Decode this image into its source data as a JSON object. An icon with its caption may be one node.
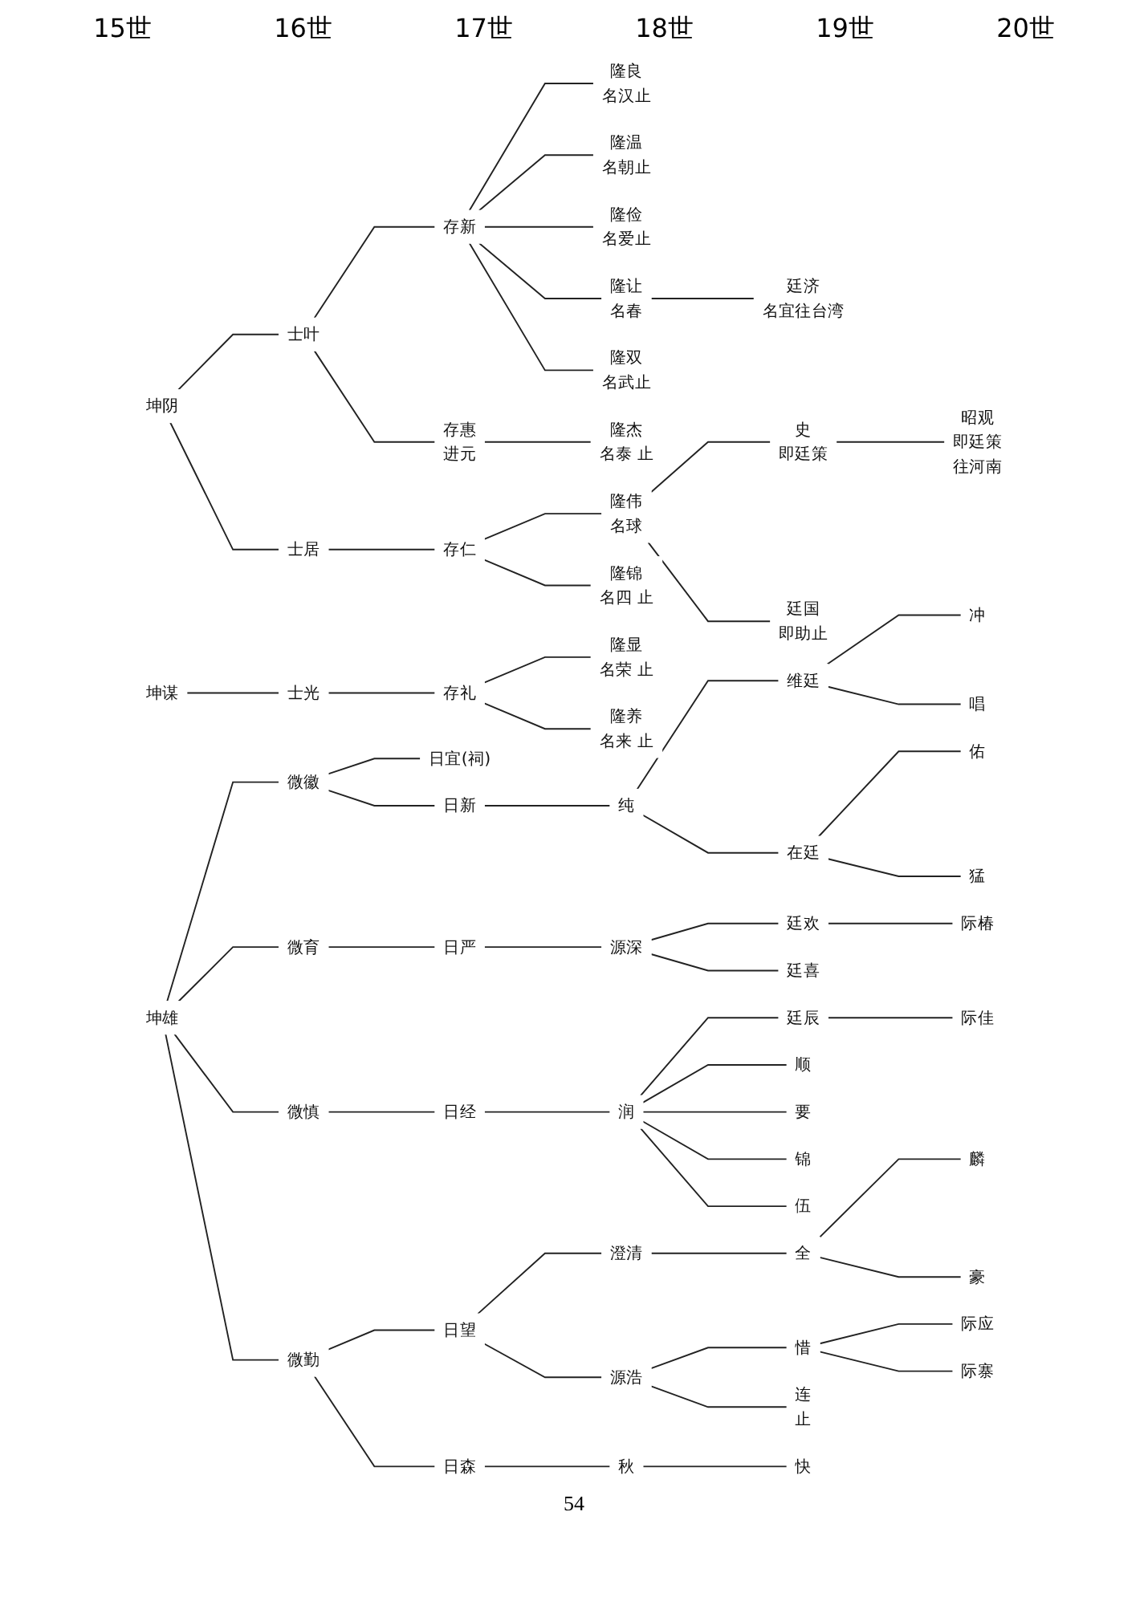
{
  "diagram": {
    "nodes": [
      {
        "text": [
          "坤阴"
        ]
      },
      {
        "text": [
          "士叶"
        ]
      },
      {
        "text": [
          "存新"
        ]
      },
      {
        "text": [
          "隆良",
          "名汉止"
        ]
      },
      {
        "text": [
          "隆温",
          "名朝止"
        ]
      },
      {
        "text": [
          "隆俭",
          "名爱止"
        ]
      },
      {
        "text": [
          "隆让",
          "名春"
        ]
      },
      {
        "text": [
          "廷济",
          "名宜往台湾"
        ]
      },
      {
        "text": [
          "隆双",
          "名武止"
        ]
      },
      {
        "text": [
          "存惠",
          "进元"
        ]
      },
      {
        "text": [
          "隆杰",
          "名泰 止"
        ]
      },
      {
        "text": [
          "士居"
        ]
      },
      {
        "text": [
          "存仁"
        ]
      },
      {
        "text": [
          "隆伟",
          "名球"
        ]
      },
      {
        "text": [
          "史",
          "即廷策"
        ]
      },
      {
        "text": [
          "昭观",
          "即廷策",
          "往河南"
        ]
      },
      {
        "text": [
          "廷国",
          "即助止"
        ]
      },
      {
        "text": [
          "隆锦",
          "名四 止"
        ]
      },
      {
        "text": [
          "坤谋"
        ]
      },
      {
        "text": [
          "士光"
        ]
      },
      {
        "text": [
          "存礼"
        ]
      },
      {
        "text": [
          "隆显",
          "名荣 止"
        ]
      },
      {
        "text": [
          "隆养",
          "名来 止"
        ]
      },
      {
        "text": [
          "坤雄"
        ]
      },
      {
        "text": [
          "微徽"
        ]
      },
      {
        "text": [
          "日宜(祠)"
        ]
      },
      {
        "text": [
          "日新"
        ]
      },
      {
        "text": [
          "纯"
        ]
      },
      {
        "text": [
          "维廷"
        ]
      },
      {
        "text": [
          "冲"
        ]
      },
      {
        "text": [
          "唱"
        ]
      },
      {
        "text": [
          "在廷"
        ]
      },
      {
        "text": [
          "佑"
        ]
      },
      {
        "text": [
          "猛"
        ]
      },
      {
        "text": [
          "微育"
        ]
      },
      {
        "text": [
          "日严"
        ]
      },
      {
        "text": [
          "源深"
        ]
      },
      {
        "text": [
          "廷欢"
        ]
      },
      {
        "text": [
          "际椿"
        ]
      },
      {
        "text": [
          "廷喜"
        ]
      },
      {
        "text": [
          "微慎"
        ]
      },
      {
        "text": [
          "日经"
        ]
      },
      {
        "text": [
          "润"
        ]
      },
      {
        "text": [
          "廷辰"
        ]
      },
      {
        "text": [
          "际佳"
        ]
      },
      {
        "text": [
          "顺"
        ]
      },
      {
        "text": [
          "要"
        ]
      },
      {
        "text": [
          "锦"
        ]
      },
      {
        "text": [
          "伍"
        ]
      },
      {
        "text": [
          "微勤"
        ]
      },
      {
        "text": [
          "日望"
        ]
      },
      {
        "text": [
          "澄清"
        ]
      },
      {
        "text": [
          "全"
        ]
      },
      {
        "text": [
          "麟"
        ]
      },
      {
        "text": [
          "豪"
        ]
      },
      {
        "text": [
          "源浩"
        ]
      },
      {
        "text": [
          "惜"
        ]
      },
      {
        "text": [
          "际应"
        ]
      },
      {
        "text": [
          "际寨"
        ]
      },
      {
        "text": [
          "连",
          "止"
        ]
      },
      {
        "text": [
          "日森"
        ]
      },
      {
        "text": [
          "秋"
        ]
      },
      {
        "text": [
          "快"
        ]
      }
    ],
    "edges": [
      {
        "from": 0,
        "to": 1,
        "arrow": "none"
      },
      {
        "from": 1,
        "to": 2,
        "arrow": "none"
      },
      {
        "from": 2,
        "to": 3,
        "arrow": "none"
      },
      {
        "from": 2,
        "to": 4,
        "arrow": "none"
      },
      {
        "from": 2,
        "to": 5,
        "arrow": "none"
      },
      {
        "from": 2,
        "to": 6,
        "arrow": "none"
      },
      {
        "from": 6,
        "to": 7,
        "arrow": "none"
      },
      {
        "from": 2,
        "to": 8,
        "arrow": "none"
      },
      {
        "from": 1,
        "to": 9,
        "arrow": "none"
      },
      {
        "from": 9,
        "to": 10,
        "arrow": "none"
      },
      {
        "from": 0,
        "to": 11,
        "arrow": "none"
      },
      {
        "from": 11,
        "to": 12,
        "arrow": "none"
      },
      {
        "from": 12,
        "to": 13,
        "arrow": "none"
      },
      {
        "from": 13,
        "to": 14,
        "arrow": "none"
      },
      {
        "from": 14,
        "to": 15,
        "arrow": "none"
      },
      {
        "from": 13,
        "to": 16,
        "arrow": "none"
      },
      {
        "from": 12,
        "to": 17,
        "arrow": "none"
      },
      {
        "from": 18,
        "to": 19,
        "arrow": "none"
      },
      {
        "from": 19,
        "to": 20,
        "arrow": "none"
      },
      {
        "from": 20,
        "to": 21,
        "arrow": "none"
      },
      {
        "from": 20,
        "to": 22,
        "arrow": "none"
      },
      {
        "from": 23,
        "to": 24,
        "arrow": "none"
      },
      {
        "from": 24,
        "to": 25,
        "arrow": "none"
      },
      {
        "from": 24,
        "to": 26,
        "arrow": "none"
      },
      {
        "from": 26,
        "to": 27,
        "arrow": "none"
      },
      {
        "from": 27,
        "to": 28,
        "arrow": "none"
      },
      {
        "from": 28,
        "to": 29,
        "arrow": "none"
      },
      {
        "from": 28,
        "to": 30,
        "arrow": "none"
      },
      {
        "from": 27,
        "to": 31,
        "arrow": "none"
      },
      {
        "from": 31,
        "to": 32,
        "arrow": "none"
      },
      {
        "from": 31,
        "to": 33,
        "arrow": "none"
      },
      {
        "from": 23,
        "to": 34,
        "arrow": "none"
      },
      {
        "from": 34,
        "to": 35,
        "arrow": "none"
      },
      {
        "from": 35,
        "to": 36,
        "arrow": "none"
      },
      {
        "from": 36,
        "to": 37,
        "arrow": "none"
      },
      {
        "from": 37,
        "to": 38,
        "arrow": "none"
      },
      {
        "from": 36,
        "to": 39,
        "arrow": "none"
      },
      {
        "from": 23,
        "to": 40,
        "arrow": "none"
      },
      {
        "from": 40,
        "to": 41,
        "arrow": "none"
      },
      {
        "from": 41,
        "to": 42,
        "arrow": "none"
      },
      {
        "from": 42,
        "to": 43,
        "arrow": "none"
      },
      {
        "from": 43,
        "to": 44,
        "arrow": "none"
      },
      {
        "from": 42,
        "to": 45,
        "arrow": "none"
      },
      {
        "from": 42,
        "to": 46,
        "arrow": "none"
      },
      {
        "from": 42,
        "to": 47,
        "arrow": "none"
      },
      {
        "from": 42,
        "to": 48,
        "arrow": "none"
      },
      {
        "from": 23,
        "to": 49,
        "arrow": "none"
      },
      {
        "from": 49,
        "to": 50,
        "arrow": "none"
      },
      {
        "from": 50,
        "to": 51,
        "arrow": "none"
      },
      {
        "from": 51,
        "to": 52,
        "arrow": "none"
      },
      {
        "from": 52,
        "to": 53,
        "arrow": "none"
      },
      {
        "from": 52,
        "to": 54,
        "arrow": "none"
      },
      {
        "from": 50,
        "to": 55,
        "arrow": "none"
      },
      {
        "from": 55,
        "to": 56,
        "arrow": "none"
      },
      {
        "from": 56,
        "to": 57,
        "arrow": "none"
      },
      {
        "from": 56,
        "to": 58,
        "arrow": "none"
      },
      {
        "from": 55,
        "to": 59,
        "arrow": "none"
      },
      {
        "from": 49,
        "to": 60,
        "arrow": "none"
      },
      {
        "from": 60,
        "to": 61,
        "arrow": "none"
      },
      {
        "from": 61,
        "to": 62,
        "arrow": "none"
      }
    ],
    "labels": [
      "15世",
      "16世",
      "17世",
      "18世",
      "19世",
      "20世",
      "54"
    ]
  }
}
